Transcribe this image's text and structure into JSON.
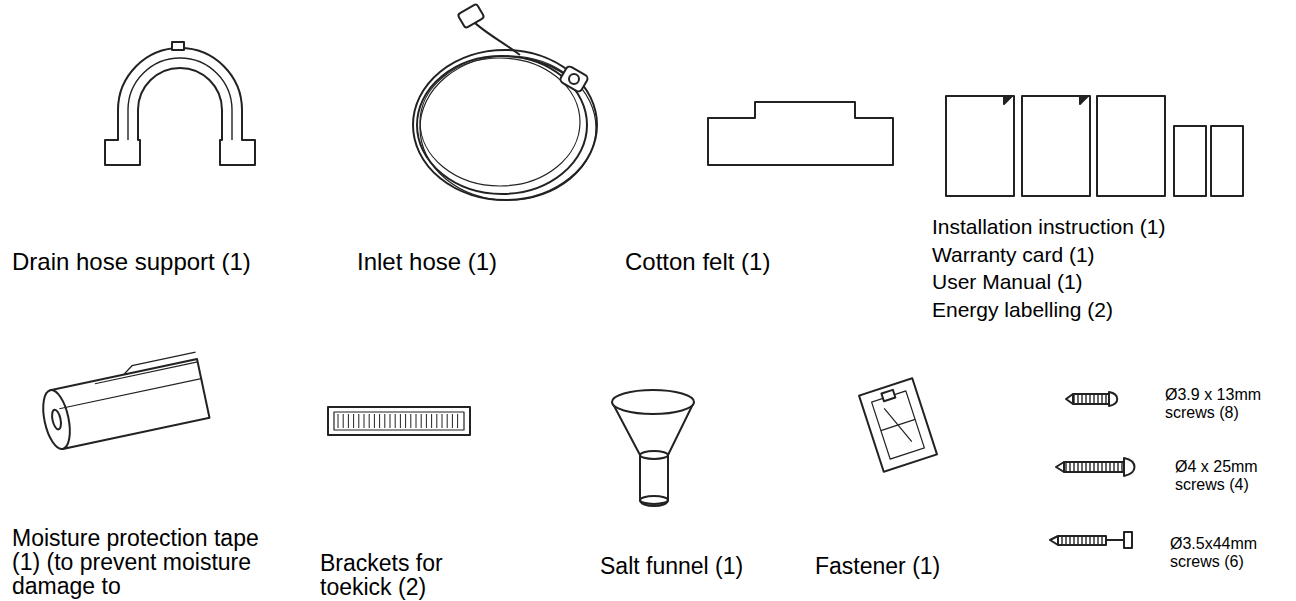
{
  "diagram": {
    "labels": [
      "Drain hose support (1)",
      "Inlet hose (1)",
      "Cotton felt (1)",
      "Installation instruction (1)",
      "Warranty card (1)",
      "User Manual (1)",
      "Energy labelling (2)",
      "Ø3.9 x 13mm screws (8)",
      "Ø4 x 25mm screws (4)",
      "Moisture protection tape (1) (to prevent moisture damage to",
      "Brackets for toekick (2)",
      "Salt funnel (1)",
      "Fastener (1)",
      "Ø3.5x44mm screws (6)"
    ]
  }
}
